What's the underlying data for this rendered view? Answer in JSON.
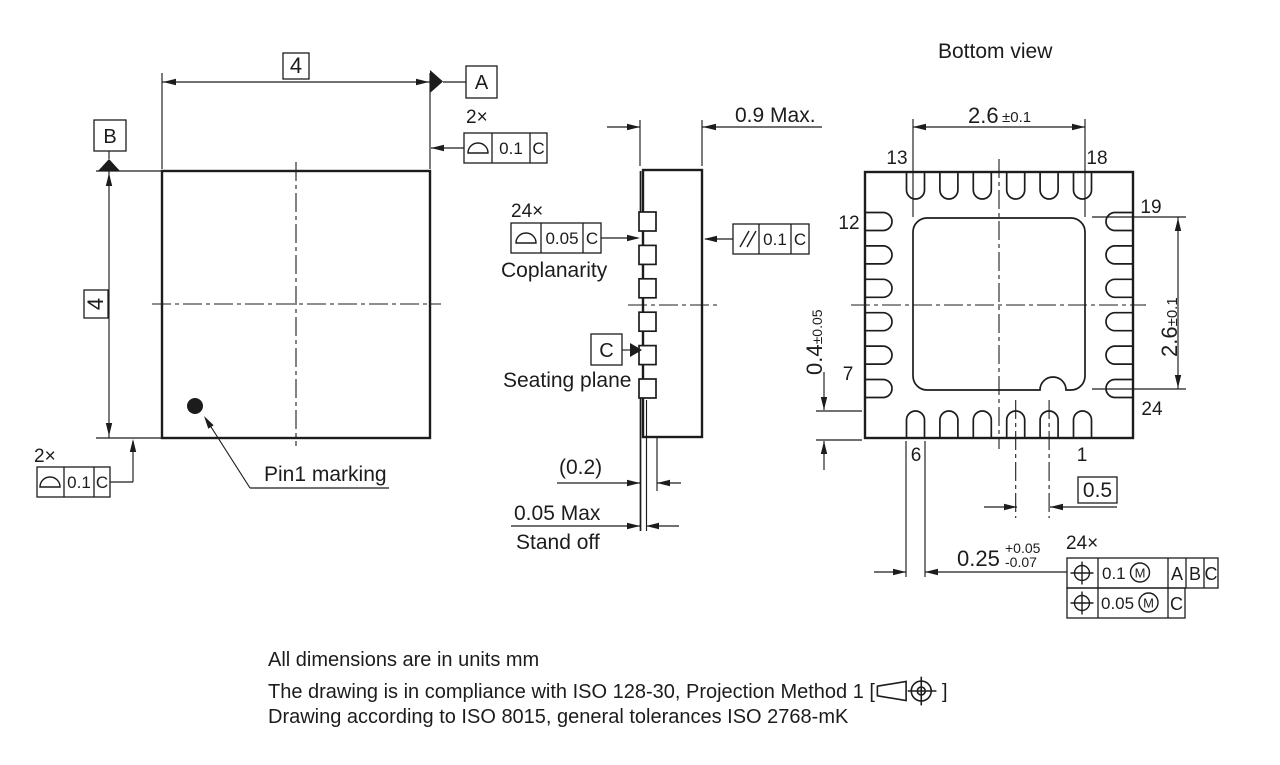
{
  "page": {
    "background": "#ffffff",
    "line_color": "#1c1c1c"
  },
  "views": {
    "top_view": {
      "dim_width": "4",
      "dim_height": "4",
      "datum_a": "A",
      "datum_b": "B",
      "count_top": "2×",
      "profile_top_tol": "0.1",
      "profile_top_datum": "C",
      "count_left": "2×",
      "profile_left_tol": "0.1",
      "profile_left_datum": "C",
      "pin1_label": "Pin1 marking"
    },
    "side_view": {
      "dim_thickness": "0.9 Max.",
      "count": "24×",
      "coplanarity_tol": "0.05",
      "coplanarity_datum": "C",
      "coplanarity_label": "Coplanarity",
      "parallelism_tol": "0.1",
      "parallelism_datum": "C",
      "datum_c": "C",
      "seating_plane_label": "Seating plane",
      "dim_lead": "(0.2)",
      "dim_standoff": "0.05 Max",
      "standoff_label": "Stand off"
    },
    "bottom_view": {
      "title": "Bottom view",
      "dim_pad_w": "2.6",
      "dim_pad_w_tol": "±0.1",
      "dim_pad_h": "2.6",
      "dim_pad_h_tol": "±0.1",
      "dim_lead_len": "0.4",
      "dim_lead_len_tol": "±0.05",
      "dim_pitch": "0.5",
      "dim_lead_w": "0.25",
      "dim_lead_w_plus": "+0.05",
      "dim_lead_w_minus": "-0.07",
      "count": "24×",
      "pins": {
        "p13": "13",
        "p18": "18",
        "p12": "12",
        "p19": "19",
        "p7": "7",
        "p24": "24",
        "p6": "6",
        "p1": "1"
      },
      "pos_row1": {
        "tol": "0.1",
        "mod": "M",
        "d1": "A",
        "d2": "B",
        "d3": "C"
      },
      "pos_row2": {
        "tol": "0.05",
        "mod": "M",
        "d1": "C"
      }
    }
  },
  "notes": {
    "line1": "All dimensions are in units mm",
    "line2_pre": "The drawing is in compliance with ISO 128-30, Projection Method 1 [",
    "line2_post": "]",
    "line3": "Drawing according to ISO 8015, general tolerances ISO 2768-mK"
  }
}
